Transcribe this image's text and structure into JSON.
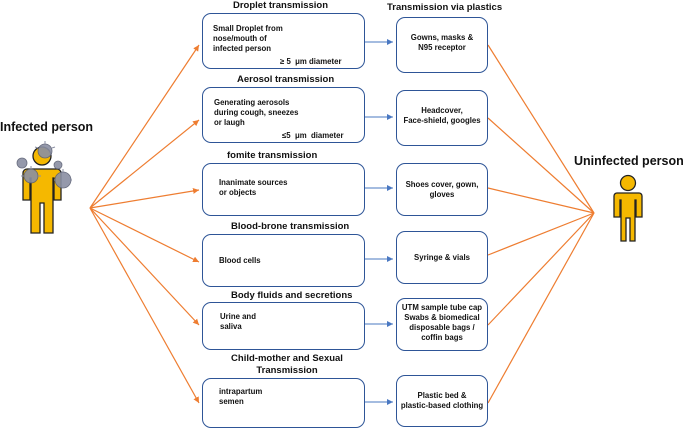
{
  "left_label": "Infected person",
  "right_label": "Uninfected person",
  "plastics_header": "Transmission via plastics",
  "rows": [
    {
      "title": "Droplet transmission",
      "desc_lines": [
        "Small Droplet from",
        "nose/mouth of",
        "infected person"
      ],
      "note": "≥ 5  μm diameter",
      "plastics_lines": [
        "Gowns, masks &",
        "N95 receptor"
      ]
    },
    {
      "title": "Aerosol transmission",
      "desc_lines": [
        "Generating aerosols",
        "during cough, sneezes",
        "or laugh"
      ],
      "note": "≤5  μm  diameter",
      "plastics_lines": [
        "Headcover,",
        "Face-shield, googles"
      ]
    },
    {
      "title": "fomite transmission",
      "desc_lines": [
        "Inanimate sources",
        "or objects"
      ],
      "plastics_lines": [
        "Shoes cover, gown,",
        "gloves"
      ]
    },
    {
      "title": "Blood-brone transmission",
      "desc_lines": [
        "Blood cells"
      ],
      "plastics_lines": [
        "Syringe & vials"
      ]
    },
    {
      "title": "Body fluids and secretions",
      "desc_lines": [
        "Urine and",
        "saliva"
      ],
      "plastics_lines": [
        "UTM sample tube cap",
        "Swabs & biomedical",
        "disposable bags /",
        "coffin bags"
      ]
    },
    {
      "title_lines": [
        "Child-mother and Sexual",
        "Transmission"
      ],
      "desc_lines": [
        "intrapartum",
        "semen"
      ],
      "plastics_lines": [
        "Plastic bed &",
        "plastic-based clothing"
      ]
    }
  ],
  "colors": {
    "box_border": "#2e5597",
    "arrow_blue": "#4a78c2",
    "arrow_orange": "#ee7d31",
    "person_yellow": "#f5b800",
    "virus_gray": "#8a8fa3",
    "blood_red": "#c8150f",
    "icon_blue": "#2d6fb8",
    "icon_green": "#7ab648",
    "droplet_blue": "#4d8fd6"
  }
}
